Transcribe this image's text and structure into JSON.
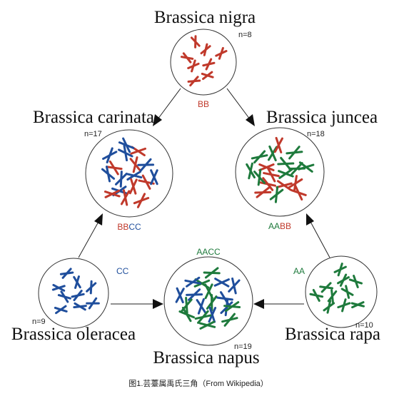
{
  "colors": {
    "B_genome": "#c0392b",
    "C_genome": "#1f4e9c",
    "A_genome": "#1e7a3c",
    "outline": "#333333"
  },
  "species": {
    "nigra": {
      "name": "Brassica nigra",
      "n": "n=8",
      "genome": "BB",
      "chromosomes": [
        {
          "genome": "B",
          "count": 8
        }
      ]
    },
    "carinata": {
      "name": "Brassica carinata",
      "n": "n=17",
      "genome": "BBCC",
      "genome_parts": [
        "BB",
        "CC"
      ],
      "chromosomes": [
        {
          "genome": "B",
          "count": 8
        },
        {
          "genome": "C",
          "count": 9
        }
      ]
    },
    "juncea": {
      "name": "Brassica juncea",
      "n": "n=18",
      "genome": "AABB",
      "genome_parts": [
        "AA",
        "BB"
      ],
      "chromosomes": [
        {
          "genome": "A",
          "count": 10
        },
        {
          "genome": "B",
          "count": 8
        }
      ]
    },
    "oleracea": {
      "name": "Brassica oleracea",
      "n": "n=9",
      "genome": "CC",
      "chromosomes": [
        {
          "genome": "C",
          "count": 9
        }
      ]
    },
    "napus": {
      "name": "Brassica napus",
      "n": "n=19",
      "genome": "AACC",
      "chromosomes": [
        {
          "genome": "A",
          "count": 10
        },
        {
          "genome": "C",
          "count": 9
        }
      ]
    },
    "rapa": {
      "name": "Brassica rapa",
      "n": "n=10",
      "genome": "AA",
      "chromosomes": [
        {
          "genome": "A",
          "count": 10
        }
      ]
    }
  },
  "arrows": [
    {
      "from": "nigra",
      "to": "carinata"
    },
    {
      "from": "nigra",
      "to": "juncea"
    },
    {
      "from": "oleracea",
      "to": "carinata"
    },
    {
      "from": "oleracea",
      "to": "napus"
    },
    {
      "from": "rapa",
      "to": "juncea"
    },
    {
      "from": "rapa",
      "to": "napus"
    }
  ],
  "caption": "图1.芸薹属禹氏三角（From Wikipedia）"
}
